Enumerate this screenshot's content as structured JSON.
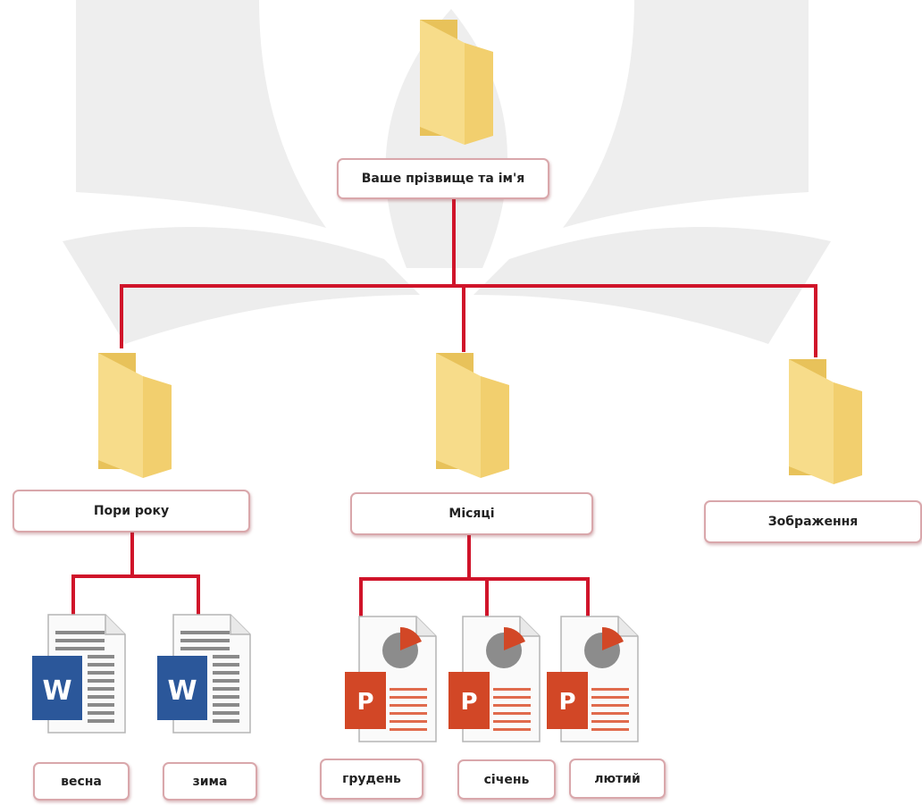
{
  "colors": {
    "connector": "#d0142a",
    "folder_back": "#e8c25a",
    "folder_front": "#f7dc8a",
    "word_blue": "#2b579a",
    "ppt_orange": "#d24726",
    "watermark": "#eeeeee"
  },
  "root": {
    "label": "Ваше прізвище та ім'я",
    "icon": "folder-icon"
  },
  "folders": [
    {
      "label": "Пори року",
      "icon": "folder-icon",
      "files": [
        {
          "label": "весна",
          "icon": "word-document-icon",
          "badge": "W"
        },
        {
          "label": "зима",
          "icon": "word-document-icon",
          "badge": "W"
        }
      ]
    },
    {
      "label": "Місяці",
      "icon": "folder-icon",
      "files": [
        {
          "label": "грудень",
          "icon": "powerpoint-document-icon",
          "badge": "P"
        },
        {
          "label": "січень",
          "icon": "powerpoint-document-icon",
          "badge": "P"
        },
        {
          "label": "лютий",
          "icon": "powerpoint-document-icon",
          "badge": "P"
        }
      ]
    },
    {
      "label": "Зображення",
      "icon": "folder-icon",
      "files": []
    }
  ]
}
